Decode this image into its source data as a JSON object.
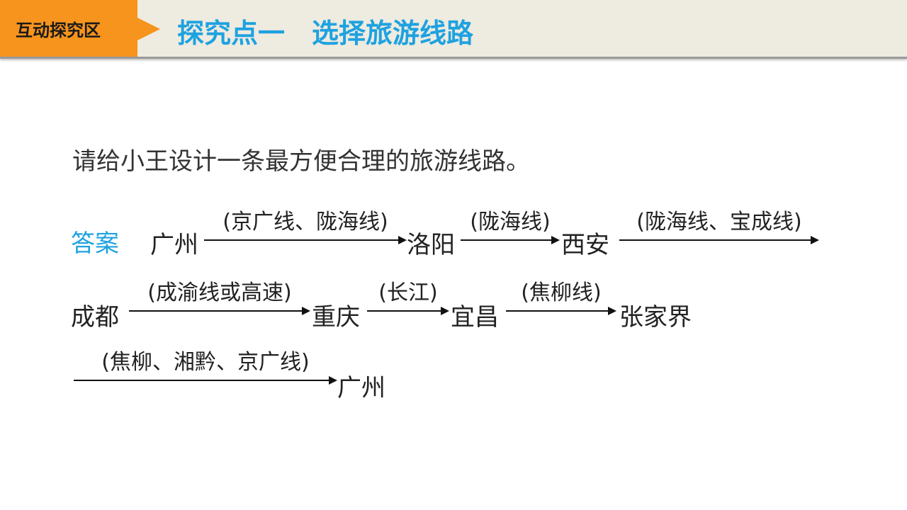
{
  "header": {
    "tag": "互动探究区",
    "title": "探究点一　选择旅游线路"
  },
  "question": "请给小王设计一条最方便合理的旅游线路。",
  "answer": {
    "label": "答案",
    "cities": [
      "广州",
      "洛阳",
      "西安",
      "成都",
      "重庆",
      "宜昌",
      "张家界",
      "广州"
    ],
    "routes": [
      "(京广线、陇海线)",
      "(陇海线)",
      "(陇海线、宝成线)",
      "(成渝线或高速)",
      "(长江)",
      "(焦柳线)",
      "(焦柳、湘黔、京广线)"
    ]
  },
  "colors": {
    "accent_orange": "#f7941d",
    "title_blue": "#1ea2e0",
    "header_bg": "#eeebe0"
  }
}
